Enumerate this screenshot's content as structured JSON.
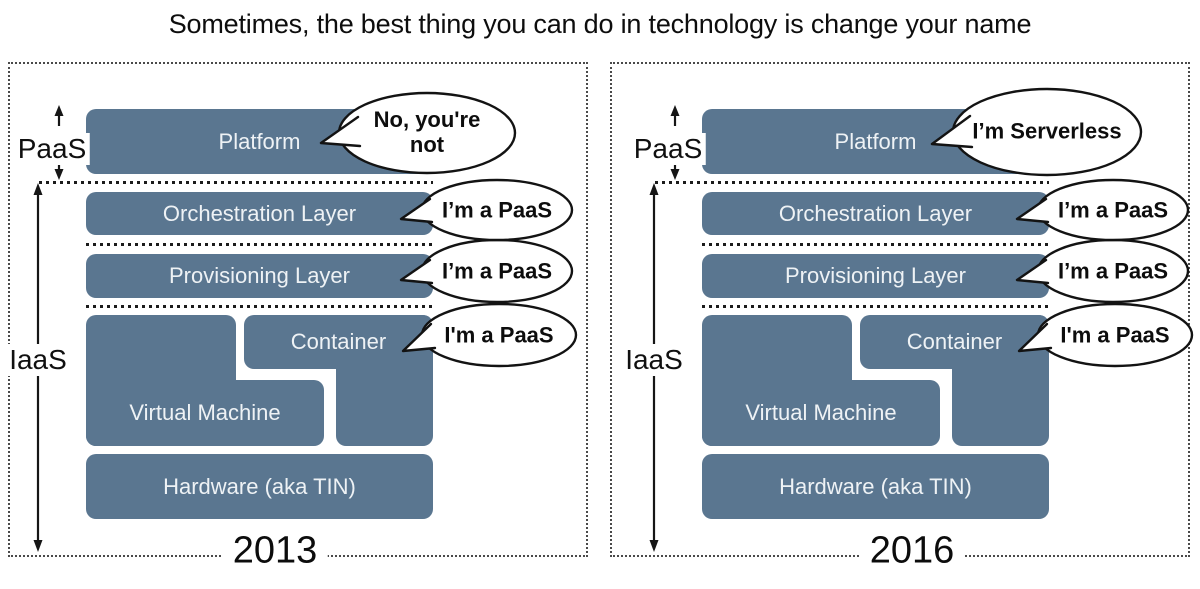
{
  "title": "Sometimes, the best thing you can do in technology is change your name",
  "colors": {
    "box_fill": "#5a7690",
    "bubble_fill": "#ffffff",
    "bubble_stroke": "#131313",
    "line": "#161616"
  },
  "panels": [
    {
      "year": "2013",
      "paas_label": "PaaS",
      "iaas_label": "IaaS",
      "boxes": {
        "platform": "Platform",
        "orchestration": "Orchestration Layer",
        "provisioning": "Provisioning Layer",
        "container": "Container",
        "virtual_machine": "Virtual Machine",
        "hardware": "Hardware (aka TIN)"
      },
      "bubbles": {
        "platform_lines": [
          "No, you're",
          "not"
        ],
        "orchestration": "I’m a PaaS",
        "provisioning": "I’m a PaaS",
        "container": "I'm a PaaS"
      }
    },
    {
      "year": "2016",
      "paas_label": "PaaS",
      "iaas_label": "IaaS",
      "boxes": {
        "platform": "Platform",
        "orchestration": "Orchestration Layer",
        "provisioning": "Provisioning Layer",
        "container": "Container",
        "virtual_machine": "Virtual Machine",
        "hardware": "Hardware (aka TIN)"
      },
      "bubbles": {
        "platform_lines": [
          "I’m Serverless"
        ],
        "orchestration": "I’m a PaaS",
        "provisioning": "I’m a PaaS",
        "container": "I'm a PaaS"
      }
    }
  ]
}
